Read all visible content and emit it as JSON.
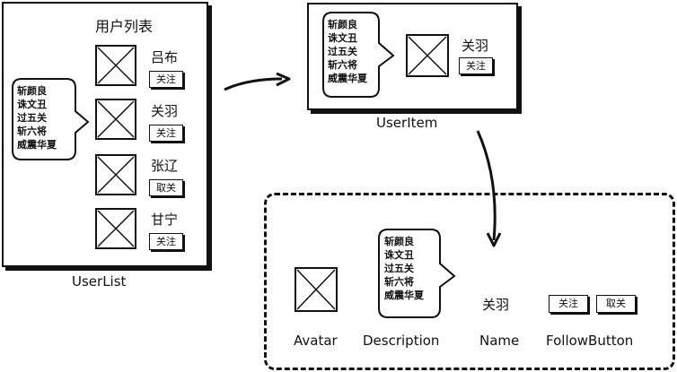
{
  "userlist": {
    "title": "用户列表",
    "caption": "UserList",
    "users": [
      {
        "name": "吕布",
        "button": "关注"
      },
      {
        "name": "关羽",
        "button": "关注"
      },
      {
        "name": "张辽",
        "button": "取关"
      },
      {
        "name": "甘宁",
        "button": "关注"
      }
    ]
  },
  "description_lines": [
    "斩颜良",
    "诛文丑",
    "过五关",
    "斩六将",
    "威震华夏"
  ],
  "useritem": {
    "caption": "UserItem",
    "name": "关羽",
    "button": "关注"
  },
  "parts": {
    "name_value": "关羽",
    "follow_label": "关注",
    "unfollow_label": "取关",
    "labels": {
      "avatar": "Avatar",
      "description": "Description",
      "name": "Name",
      "follow_button": "FollowButton"
    }
  }
}
